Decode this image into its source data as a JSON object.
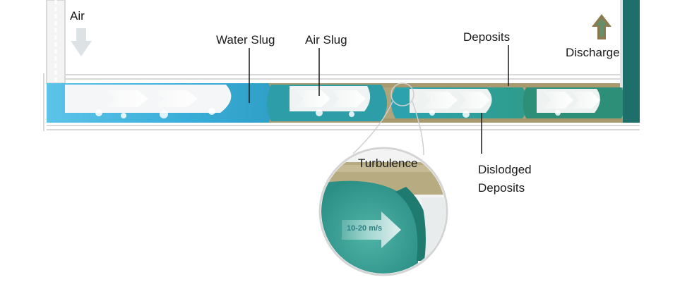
{
  "labels": {
    "air": "Air",
    "water_slug": "Water Slug",
    "air_slug": "Air Slug",
    "deposits": "Deposits",
    "discharge": "Discharge",
    "turbulence": "Turbulence",
    "dislodged_line1": "Dislodged",
    "dislodged_line2": "Deposits",
    "speed": "10-20 m/s"
  },
  "colors": {
    "water_blue": "#4fb8e0",
    "teal": "#2f9c95",
    "dark_teal": "#1e6f6a",
    "deposit_brown": "#a89a6e",
    "pipe_outline": "#dcdcdc"
  }
}
